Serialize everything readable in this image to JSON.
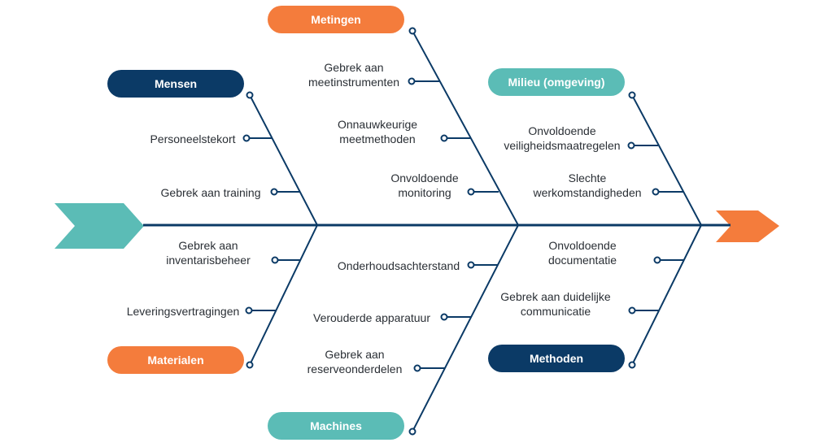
{
  "categories": {
    "metingen": "Metingen",
    "mensen": "Mensen",
    "milieu": "Milieu (omgeving)",
    "materialen": "Materialen",
    "machines": "Machines",
    "methoden": "Methoden"
  },
  "causes": {
    "metingen": [
      "Gebrek aan\nmeetinstrumenten",
      "Onnauwkeurige\nmeetmethoden",
      "Onvoldoende\nmonitoring"
    ],
    "mensen": [
      "Personeelstekort",
      "Gebrek aan training"
    ],
    "milieu": [
      "Onvoldoende\nveiligheidsmaatregelen",
      "Slechte\nwerkomstandigheden"
    ],
    "materialen": [
      "Gebrek aan\ninventarisbeheer",
      "Leveringsvertragingen"
    ],
    "machines": [
      "Onderhoudsachterstand",
      "Verouderde apparatuur",
      "Gebrek aan\nreserveonderdelen"
    ],
    "methoden": [
      "Onvoldoende\ndocumentatie",
      "Gebrek aan duidelijke\ncommunicatie"
    ]
  },
  "colors": {
    "navy": "#0b3a66",
    "orange": "#f47c3c",
    "teal": "#5bbcb6",
    "line": "#0b3a66"
  }
}
